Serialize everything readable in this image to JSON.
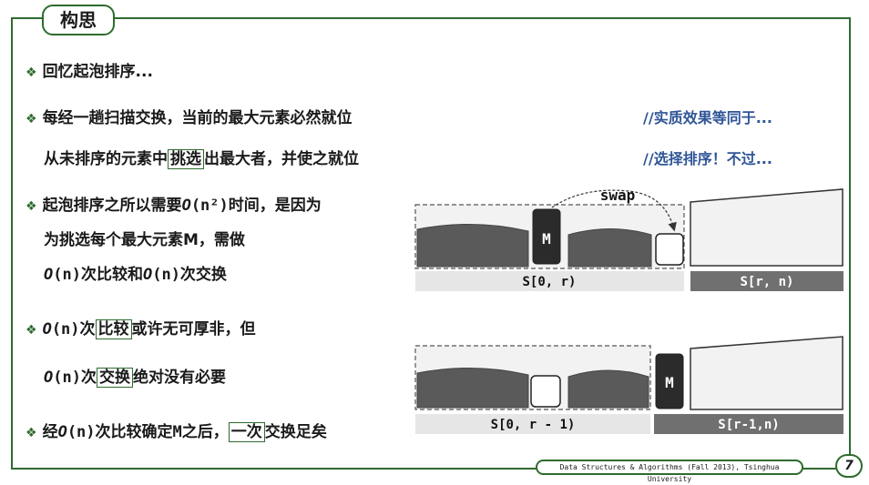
{
  "title": "构思",
  "bullets": {
    "b1": "回忆起泡排序...",
    "b2": "每经一趟扫描交换，当前的最大元素必然就位",
    "b2_cont_a": "从未排序的元素中",
    "b2_cont_box": "挑选",
    "b2_cont_b": "出最大者，并使之就位",
    "b3_line1_a": "起泡排序之所以需要",
    "b3_line1_o": "O",
    "b3_line1_b": "(n²)时间，是因为",
    "b3_line2": "为挑选每个最大元素M，需做",
    "b3_line3_o1": "O",
    "b3_line3_a": "(n)次比较和",
    "b3_line3_o2": "O",
    "b3_line3_b": "(n)次交换",
    "b4_line1_o": "O",
    "b4_line1_a": "(n)次",
    "b4_line1_box": "比较",
    "b4_line1_b": "或许无可厚非，但",
    "b4_line2_o": "O",
    "b4_line2_a": "(n)次",
    "b4_line2_box": "交换",
    "b4_line2_b": "绝对没有必要",
    "b5_a": "经",
    "b5_o": "O",
    "b5_b": "(n)次比较确定M之后，",
    "b5_box": "一次",
    "b5_c": "交换足矣"
  },
  "notes": {
    "n1": "//实质效果等同于...",
    "n2": "//选择排序！不过..."
  },
  "diagram_top": {
    "swap_label": "swap",
    "max_label": "M",
    "left_label": "S[0, r)",
    "right_label": "S[r, n)"
  },
  "diagram_bottom": {
    "max_label": "M",
    "left_label": "S[0, r - 1)",
    "right_label": "S[r-1,n)"
  },
  "footer": {
    "course": "Data Structures & Algorithms (Fall 2013), Tsinghua University",
    "page": "7"
  },
  "colors": {
    "accent_green": "#2e6b2e",
    "note_blue": "#2f5597",
    "dark_block": "#5a5a5a",
    "light_bar": "#e6e6e6",
    "dark_bar": "#707070"
  }
}
